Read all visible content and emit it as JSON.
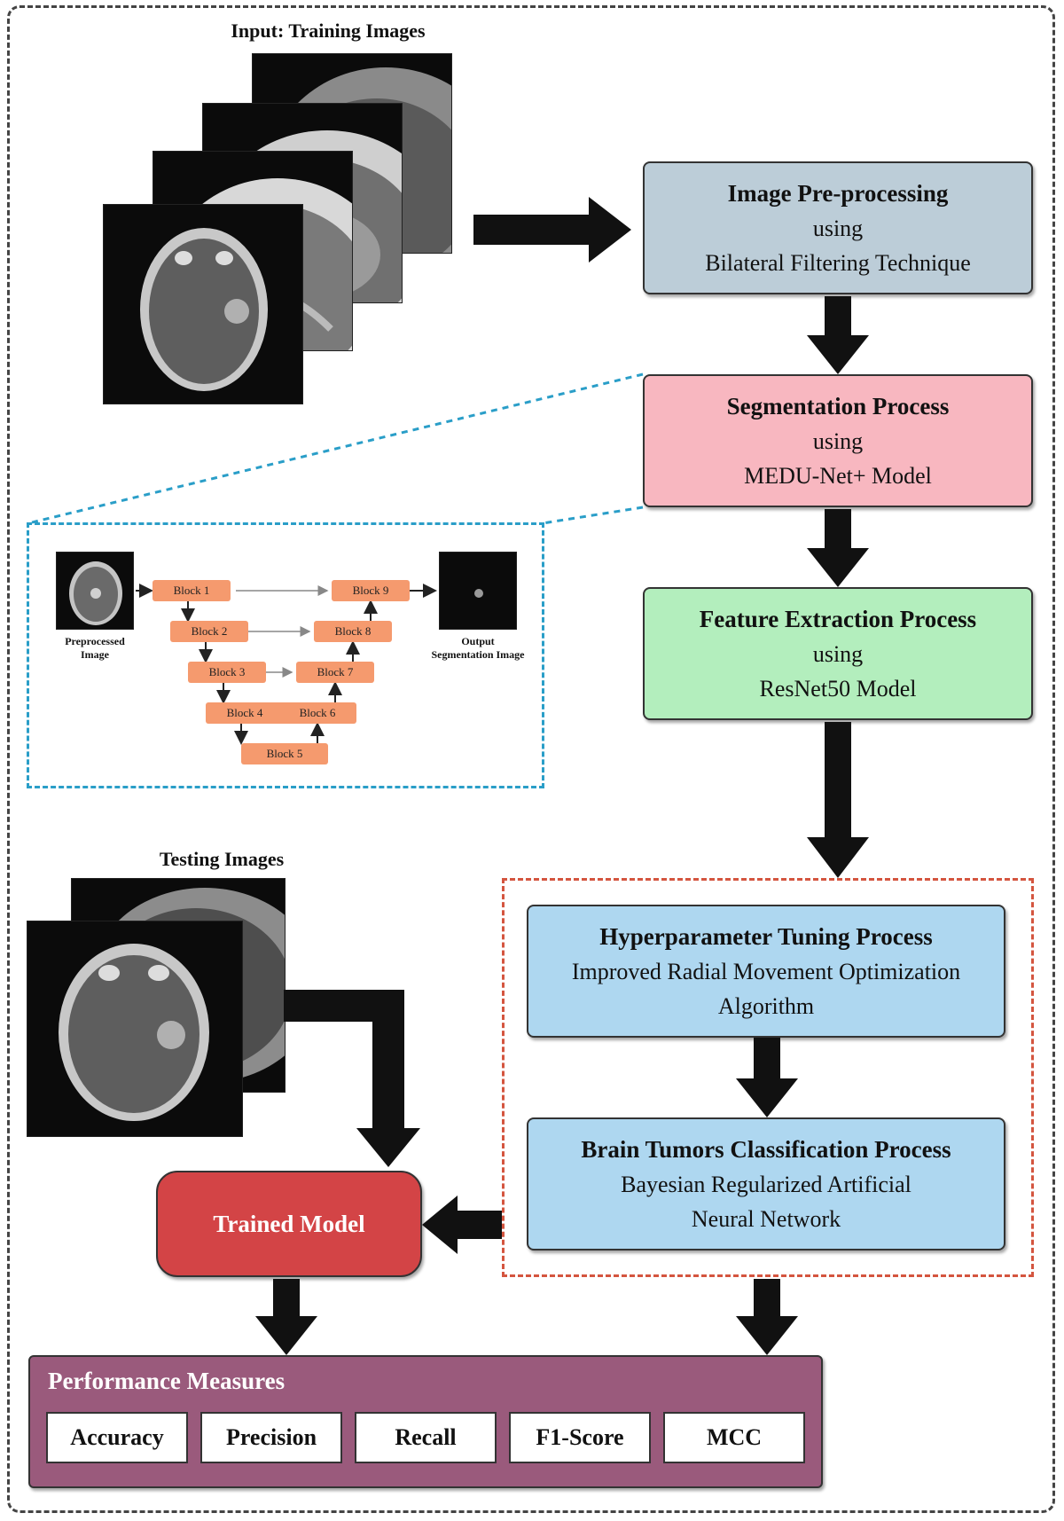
{
  "input": {
    "caption": "Input: Training Images"
  },
  "testing": {
    "caption": "Testing Images"
  },
  "steps": {
    "preprocessing": {
      "title": "Image Pre-processing",
      "line1": "using",
      "line2": "Bilateral Filtering Technique",
      "color": "#bccdd8"
    },
    "segmentation": {
      "title": "Segmentation Process",
      "line1": "using",
      "line2": "MEDU-Net+ Model",
      "color": "#f8b7c0"
    },
    "feature": {
      "title": "Feature Extraction Process",
      "line1": "using",
      "line2": "ResNet50 Model",
      "color": "#b3eebd"
    },
    "tuning": {
      "title": "Hyperparameter Tuning Process",
      "line1": "Improved Radial Movement Optimization",
      "line2": "Algorithm",
      "color": "#aed7f0"
    },
    "classification": {
      "title": "Brain Tumors Classification Process",
      "line1": "Bayesian Regularized Artificial",
      "line2": "Neural Network",
      "color": "#aed7f0"
    }
  },
  "trained_model": {
    "label": "Trained Model",
    "color": "#d34446"
  },
  "unet": {
    "input_label": "Preprocessed Image",
    "output_label": "Output Segmentation Image",
    "blocks": [
      "Block 1",
      "Block 2",
      "Block 3",
      "Block 4",
      "Block 5",
      "Block 6",
      "Block 7",
      "Block 8",
      "Block 9"
    ]
  },
  "performance": {
    "title": "Performance Measures",
    "metrics": [
      "Accuracy",
      "Precision",
      "Recall",
      "F1-Score",
      "MCC"
    ],
    "color": "#9a5a7c"
  }
}
